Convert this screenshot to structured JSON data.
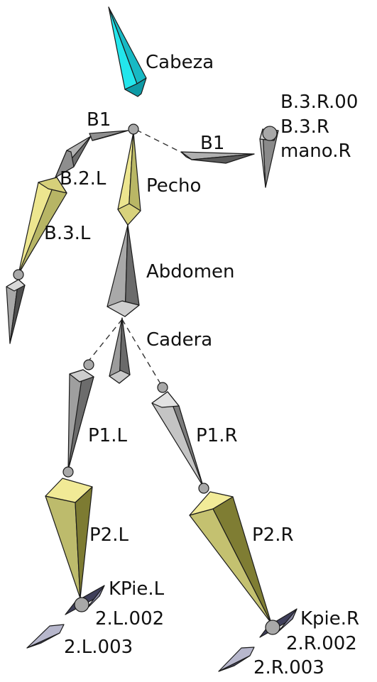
{
  "labels": {
    "cabeza": "Cabeza",
    "b1_left": "B1",
    "b1_right": "B1",
    "b3r00": "B.3.R.00",
    "b3r": "B.3.R",
    "mano_r": "mano.R",
    "b2l": "B.2.L",
    "pecho": "Pecho",
    "b3l": "B.3.L",
    "abdomen": "Abdomen",
    "cadera": "Cadera",
    "p1l": "P1.L",
    "p1r": "P1.R",
    "p2l": "P2.L",
    "p2r": "P2.R",
    "kpie_l": "KPie.L",
    "l002": "2.L.002",
    "l003": "2.L.003",
    "kpie_r": "Kpie.R",
    "r002": "2.R.002",
    "r003": "2.R.003"
  },
  "colors": {
    "head": "#22e0e8",
    "yellow_bone": "#c8c67a",
    "gray_bone": "#9a9a9a",
    "joint": "#a8a8a8",
    "outline": "#333333",
    "text": "#111111"
  }
}
